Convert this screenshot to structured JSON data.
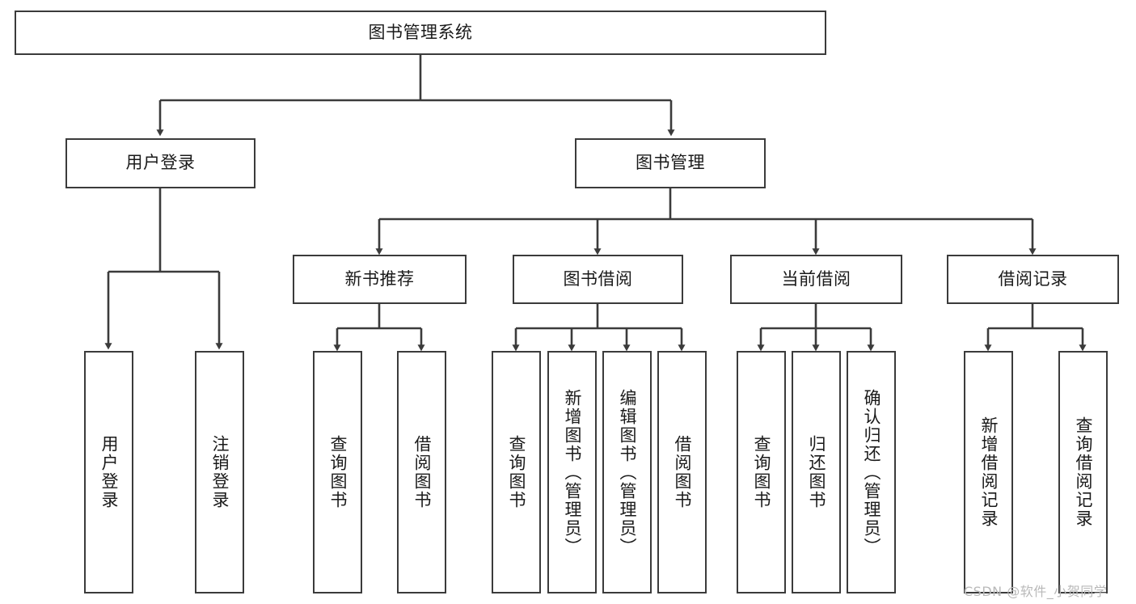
{
  "diagram": {
    "title": "图书管理系统",
    "type": "tree-hierarchy-chart",
    "background_color": "#ffffff",
    "line_color": "#3b3b3b",
    "text_color": "#1a1a1a",
    "root": {
      "id": "root",
      "label": "图书管理系统"
    },
    "level2": [
      {
        "id": "user-login",
        "label": "用户登录"
      },
      {
        "id": "book-manage",
        "label": "图书管理"
      }
    ],
    "level3": [
      {
        "id": "new-book-rec",
        "label": "新书推荐"
      },
      {
        "id": "book-borrow",
        "label": "图书借阅"
      },
      {
        "id": "current-borrow",
        "label": "当前借阅"
      },
      {
        "id": "borrow-record",
        "label": "借阅记录"
      }
    ],
    "leaves": {
      "user_login": [
        {
          "id": "leaf-user-login",
          "label": "用户登录"
        },
        {
          "id": "leaf-logout-login",
          "label": "注销登录"
        }
      ],
      "new_book_rec": [
        {
          "id": "leaf-query-book-1",
          "label": "查询图书"
        },
        {
          "id": "leaf-borrow-book-1",
          "label": "借阅图书"
        }
      ],
      "book_borrow": [
        {
          "id": "leaf-query-book-2",
          "label": "查询图书"
        },
        {
          "id": "leaf-add-book",
          "label": "新增图书（管理员）"
        },
        {
          "id": "leaf-edit-book",
          "label": "编辑图书（管理员）"
        },
        {
          "id": "leaf-borrow-book-2",
          "label": "借阅图书"
        }
      ],
      "current_borrow": [
        {
          "id": "leaf-query-book-3",
          "label": "查询图书"
        },
        {
          "id": "leaf-return-book",
          "label": "归还图书"
        },
        {
          "id": "leaf-confirm-return",
          "label": "确认归还（管理员）"
        }
      ],
      "borrow_record": [
        {
          "id": "leaf-add-record",
          "label": "新增借阅记录"
        },
        {
          "id": "leaf-query-record",
          "label": "查询借阅记录"
        }
      ]
    },
    "watermark": "CSDN @软件_小贺同学"
  }
}
